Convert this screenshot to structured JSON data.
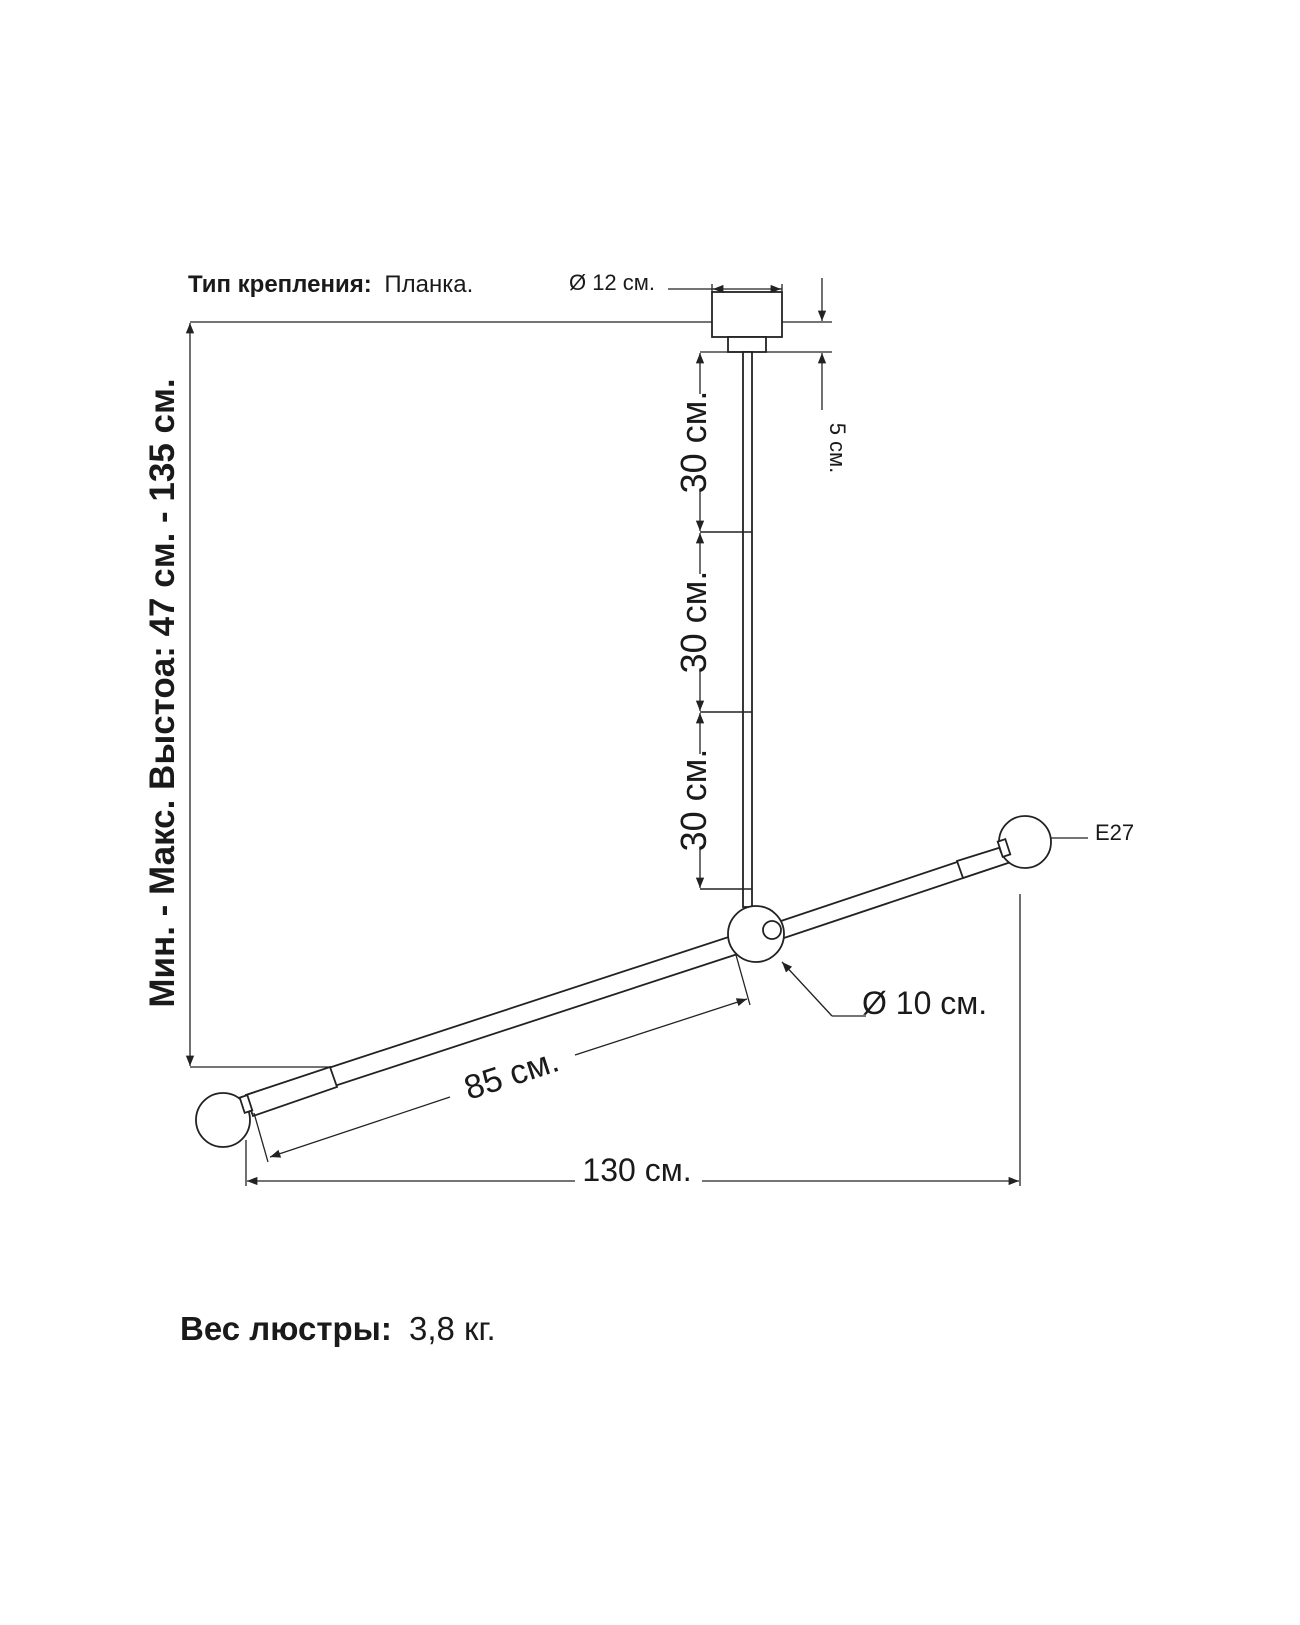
{
  "mount": {
    "label": "Тип крепления:",
    "value": "Планка."
  },
  "dimensions": {
    "canopy_diameter": "Ø 12 см.",
    "canopy_height": "5 см.",
    "rod_segment_1": "30 см.",
    "rod_segment_2": "30 см.",
    "rod_segment_3": "30 см.",
    "height_range": "Мин. - Макс. Выстоа: 47 см. - 135 см.",
    "sphere_diameter": "Ø 10 см.",
    "arm_length": "85 см.",
    "total_width": "130 см."
  },
  "socket": "E27",
  "weight": {
    "label": "Вес люстры:",
    "value": "3,8 кг."
  },
  "colors": {
    "line": "#222222",
    "text": "#1a1a1a",
    "background": "#ffffff"
  }
}
